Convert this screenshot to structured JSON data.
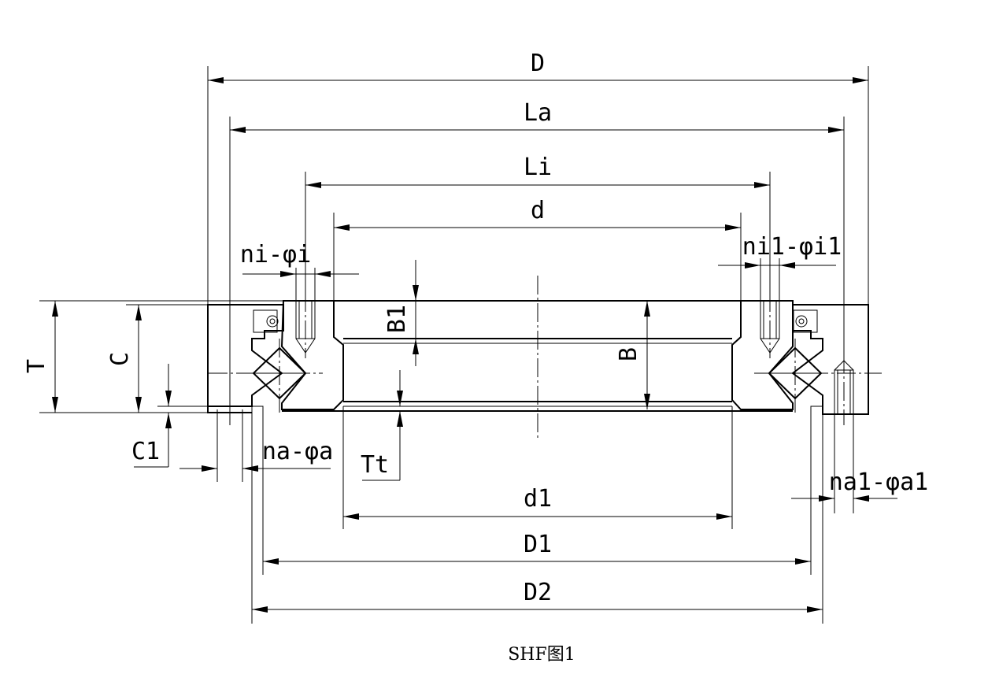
{
  "labels": {
    "D": "D",
    "La": "La",
    "Li": "Li",
    "d": "d",
    "ni_phi_i": "ni-φi",
    "ni1_phi_i1": "ni1-φi1",
    "B1": "B1",
    "B": "B",
    "T": "T",
    "C": "C",
    "C1": "C1",
    "na_phi_a": "na-φa",
    "Tt": "Tt",
    "na1_phi_a1": "na1-φa1",
    "d1": "d1",
    "D1": "D1",
    "D2": "D2"
  },
  "caption": "SHF图1",
  "colors": {
    "line": "#000000",
    "background": "#ffffff"
  }
}
